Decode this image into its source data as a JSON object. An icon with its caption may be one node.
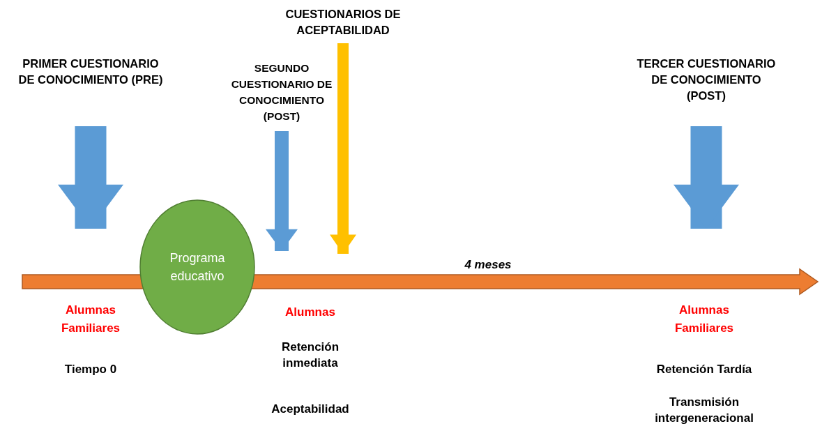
{
  "diagram": {
    "nodes": [
      {
        "text": [
          "PRIMER CUESTIONARIO DE CONOCIMIENTO (PRE)"
        ]
      },
      {
        "text": [
          "CUESTIONARIOS DE ACEPTABILIDAD"
        ]
      },
      {
        "text": [
          "SEGUNDO CUESTIONARIO DE CONOCIMIENTO (POST)"
        ]
      },
      {
        "text": [
          "TERCER CUESTIONARIO DE CONOCIMIENTO (POST)"
        ]
      },
      {
        "text": [
          "Programa educativo"
        ]
      },
      {
        "text": [],
        "shape": "bar"
      }
    ],
    "edges": [
      {
        "from": 0,
        "to": 5,
        "arrow": "to",
        "style": "thick"
      },
      {
        "from": 2,
        "to": 5,
        "arrow": "to"
      },
      {
        "from": 1,
        "to": 5,
        "arrow": "to",
        "color": "#ffc000"
      },
      {
        "from": 3,
        "to": 5,
        "arrow": "to",
        "style": "thick"
      }
    ],
    "labels": [
      "4 meses",
      "Alumnas Familiares",
      "Tiempo 0",
      "Alumnas",
      "Retención inmediata",
      "Aceptabilidad",
      "Alumnas Familiares",
      "Retención Tardía",
      "Transmisión intergeneracional"
    ]
  }
}
